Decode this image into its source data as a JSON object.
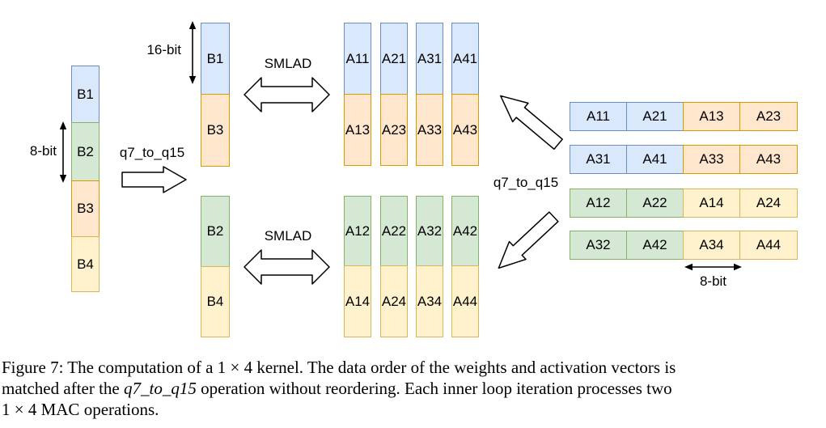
{
  "palette": {
    "blue": {
      "fill": "#dae8fc",
      "stroke": "#6c8ebf"
    },
    "green": {
      "fill": "#d5e8d4",
      "stroke": "#82b366"
    },
    "orange": {
      "fill": "#ffe6cc",
      "stroke": "#d79b00"
    },
    "yellow": {
      "fill": "#fff2cc",
      "stroke": "#d6b656"
    }
  },
  "diagram": {
    "labels": {
      "bit8_left": "8-bit",
      "bit16": "16-bit",
      "q7_left": "q7_to_q15",
      "smlad_top": "SMLAD",
      "smlad_bottom": "SMLAD",
      "q7_right": "q7_to_q15",
      "bit8_right": "8-bit"
    },
    "weights_vector": {
      "cells": [
        {
          "label": "B1",
          "color": "blue"
        },
        {
          "label": "B2",
          "color": "green"
        },
        {
          "label": "B3",
          "color": "orange"
        },
        {
          "label": "B4",
          "color": "yellow"
        }
      ]
    },
    "weights_pair_top": {
      "cells": [
        {
          "label": "B1",
          "color": "blue"
        },
        {
          "label": "B3",
          "color": "orange"
        }
      ]
    },
    "weights_pair_bottom": {
      "cells": [
        {
          "label": "B2",
          "color": "green"
        },
        {
          "label": "B4",
          "color": "yellow"
        }
      ]
    },
    "activation_cols_top": [
      {
        "cells": [
          {
            "label": "A11",
            "color": "blue"
          },
          {
            "label": "A13",
            "color": "orange"
          }
        ]
      },
      {
        "cells": [
          {
            "label": "A21",
            "color": "blue"
          },
          {
            "label": "A23",
            "color": "orange"
          }
        ]
      },
      {
        "cells": [
          {
            "label": "A31",
            "color": "blue"
          },
          {
            "label": "A33",
            "color": "orange"
          }
        ]
      },
      {
        "cells": [
          {
            "label": "A41",
            "color": "blue"
          },
          {
            "label": "A43",
            "color": "orange"
          }
        ]
      }
    ],
    "activation_cols_bottom": [
      {
        "cells": [
          {
            "label": "A12",
            "color": "green"
          },
          {
            "label": "A14",
            "color": "yellow"
          }
        ]
      },
      {
        "cells": [
          {
            "label": "A22",
            "color": "green"
          },
          {
            "label": "A24",
            "color": "yellow"
          }
        ]
      },
      {
        "cells": [
          {
            "label": "A32",
            "color": "green"
          },
          {
            "label": "A34",
            "color": "yellow"
          }
        ]
      },
      {
        "cells": [
          {
            "label": "A42",
            "color": "green"
          },
          {
            "label": "A44",
            "color": "yellow"
          }
        ]
      }
    ],
    "activation_rows": [
      {
        "cells": [
          {
            "label": "A11",
            "color": "blue"
          },
          {
            "label": "A21",
            "color": "blue"
          },
          {
            "label": "A13",
            "color": "orange"
          },
          {
            "label": "A23",
            "color": "orange"
          }
        ]
      },
      {
        "cells": [
          {
            "label": "A31",
            "color": "blue"
          },
          {
            "label": "A41",
            "color": "blue"
          },
          {
            "label": "A33",
            "color": "orange"
          },
          {
            "label": "A43",
            "color": "orange"
          }
        ]
      },
      {
        "cells": [
          {
            "label": "A12",
            "color": "green"
          },
          {
            "label": "A22",
            "color": "green"
          },
          {
            "label": "A14",
            "color": "yellow"
          },
          {
            "label": "A24",
            "color": "yellow"
          }
        ]
      },
      {
        "cells": [
          {
            "label": "A32",
            "color": "green"
          },
          {
            "label": "A42",
            "color": "green"
          },
          {
            "label": "A34",
            "color": "yellow"
          },
          {
            "label": "A44",
            "color": "yellow"
          }
        ]
      }
    ]
  },
  "caption": {
    "lines": [
      [
        {
          "text": "Figure 7: The computation of a 1 × 4 kernel. The data order of the weights and activation vectors is"
        }
      ],
      [
        {
          "text": "matched after the "
        },
        {
          "text": "q7_to_q15",
          "italic": true
        },
        {
          "text": " operation without reordering. Each inner loop iteration processes two"
        }
      ],
      [
        {
          "text": "1 × 4 MAC operations."
        }
      ]
    ]
  }
}
